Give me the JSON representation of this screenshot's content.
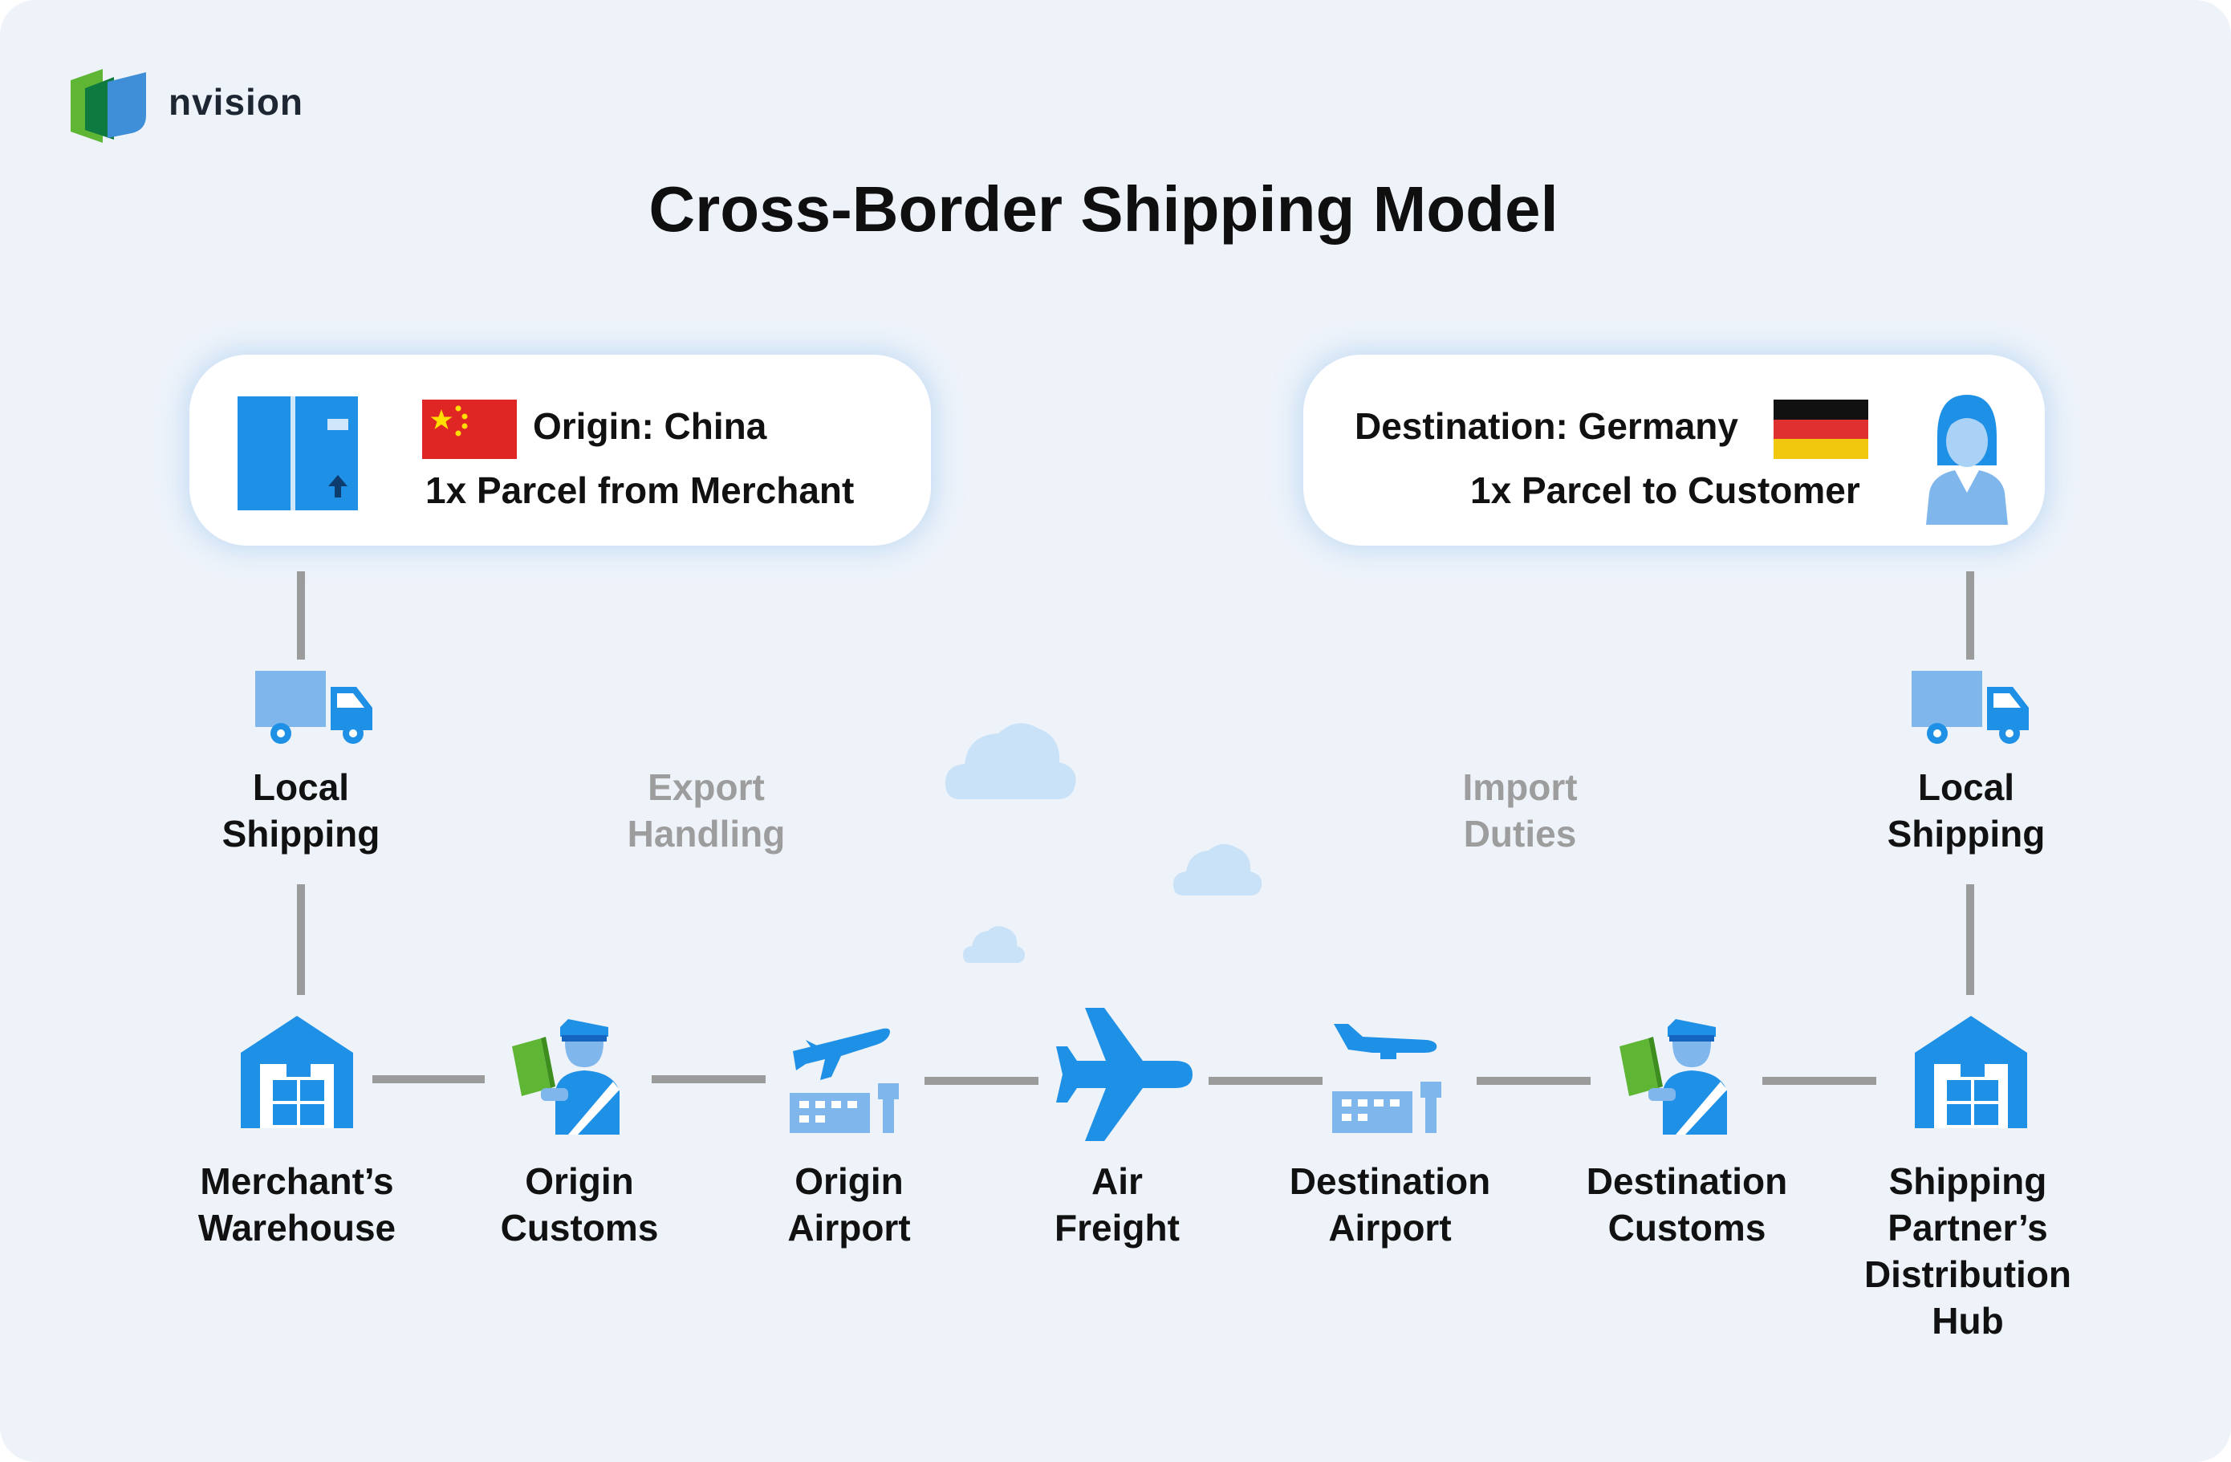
{
  "brand": {
    "name": "nvision"
  },
  "title": "Cross-Border Shipping Model",
  "origin_card": {
    "country_label": "Origin: China",
    "parcel_label": "1x Parcel from Merchant",
    "flag": "china-flag",
    "icon": "parcel-box-icon"
  },
  "destination_card": {
    "country_label": "Destination: Germany",
    "parcel_label": "1x Parcel to Customer",
    "flag": "germany-flag",
    "icon": "customer-avatar-icon"
  },
  "transit_labels": {
    "local_shipping_left": [
      "Local",
      "Shipping"
    ],
    "local_shipping_right": [
      "Local",
      "Shipping"
    ],
    "export_handling": [
      "Export",
      "Handling"
    ],
    "import_duties": [
      "Import",
      "Duties"
    ]
  },
  "steps": [
    {
      "icon": "warehouse-icon",
      "lines": [
        "Merchant’s",
        "Warehouse"
      ]
    },
    {
      "icon": "customs-officer-icon",
      "lines": [
        "Origin",
        "Customs"
      ]
    },
    {
      "icon": "airport-icon",
      "lines": [
        "Origin",
        "Airport"
      ]
    },
    {
      "icon": "airplane-icon",
      "lines": [
        "Air",
        "Freight"
      ]
    },
    {
      "icon": "airport-icon",
      "lines": [
        "Destination",
        "Airport"
      ]
    },
    {
      "icon": "customs-officer-icon",
      "lines": [
        "Destination",
        "Customs"
      ]
    },
    {
      "icon": "warehouse-icon",
      "lines": [
        "Shipping",
        "Partner’s",
        "Distribution",
        "Hub"
      ]
    }
  ],
  "colors": {
    "background": "#eef3fa",
    "connector": "#9b9b9b",
    "icon_light": "#7fb6ec",
    "icon_primary": "#1e90e6",
    "icon_dark": "#1565c0",
    "cloud": "#c9e2f7",
    "muted_text": "#9d9d9d"
  }
}
